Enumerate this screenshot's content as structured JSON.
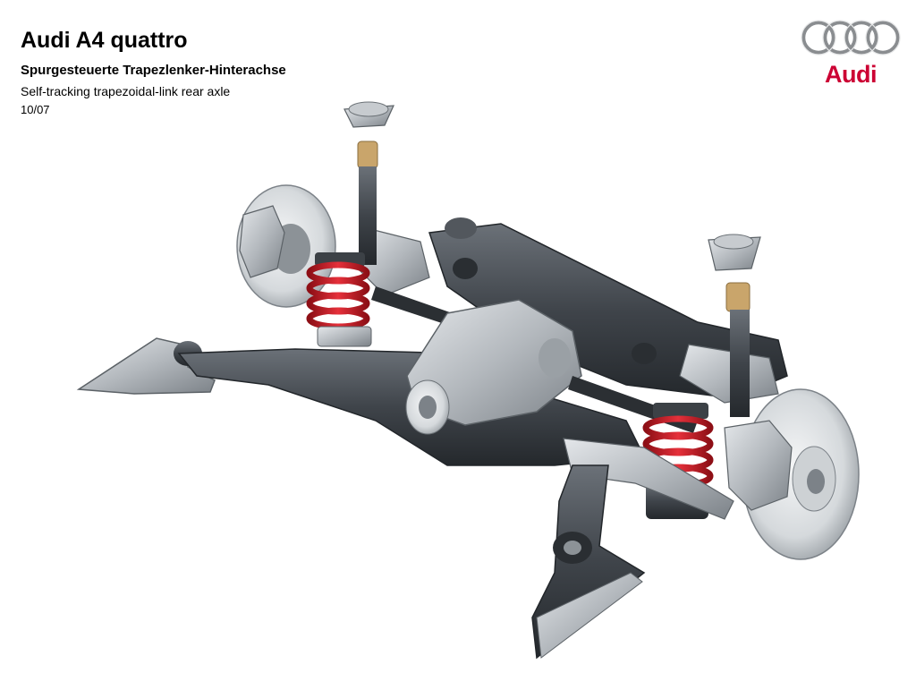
{
  "header": {
    "title": "Audi A4 quattro",
    "subtitle_de": "Spurgesteuerte Trapezlenker-Hinterachse",
    "subtitle_en": "Self-tracking trapezoidal-link rear axle",
    "date": "10/07"
  },
  "logo": {
    "brand": "Audi",
    "rings_icon": "four-rings-icon",
    "brand_color": "#cc0033",
    "ring_color": "#8a8d90"
  },
  "colors": {
    "spring": "#d8202a",
    "metal_dark": "#3f444a",
    "metal_light": "#b8bdc2",
    "disc": "#e7eaec"
  }
}
